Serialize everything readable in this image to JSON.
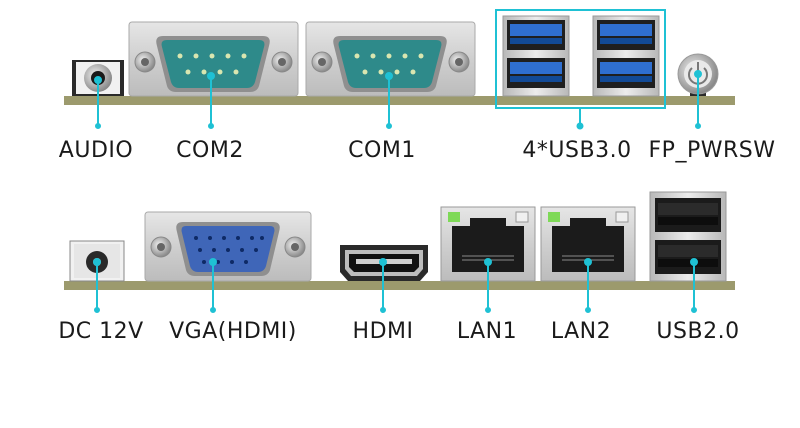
{
  "colors": {
    "pcb": "#9c9a6d",
    "callout": "#1fc1d4",
    "metal_light": "#d8d8d8",
    "metal_dark": "#9a9a9a",
    "db9_body": "#2e8a8a",
    "vga_body": "#3f66b8",
    "usb3_tongue": "#2f6fd0",
    "black_port": "#1b1b1b",
    "led_green": "#7ed957"
  },
  "top_row": {
    "labels": {
      "audio": "AUDIO",
      "com2": "COM2",
      "com1": "COM1",
      "usb3": "4*USB3.0",
      "fp_pwrsw": "FP_PWRSW"
    }
  },
  "bottom_row": {
    "labels": {
      "dc": "DC 12V",
      "vga": "VGA(HDMI)",
      "hdmi": "HDMI",
      "lan1": "LAN1",
      "lan2": "LAN2",
      "usb2": "USB2.0"
    }
  }
}
